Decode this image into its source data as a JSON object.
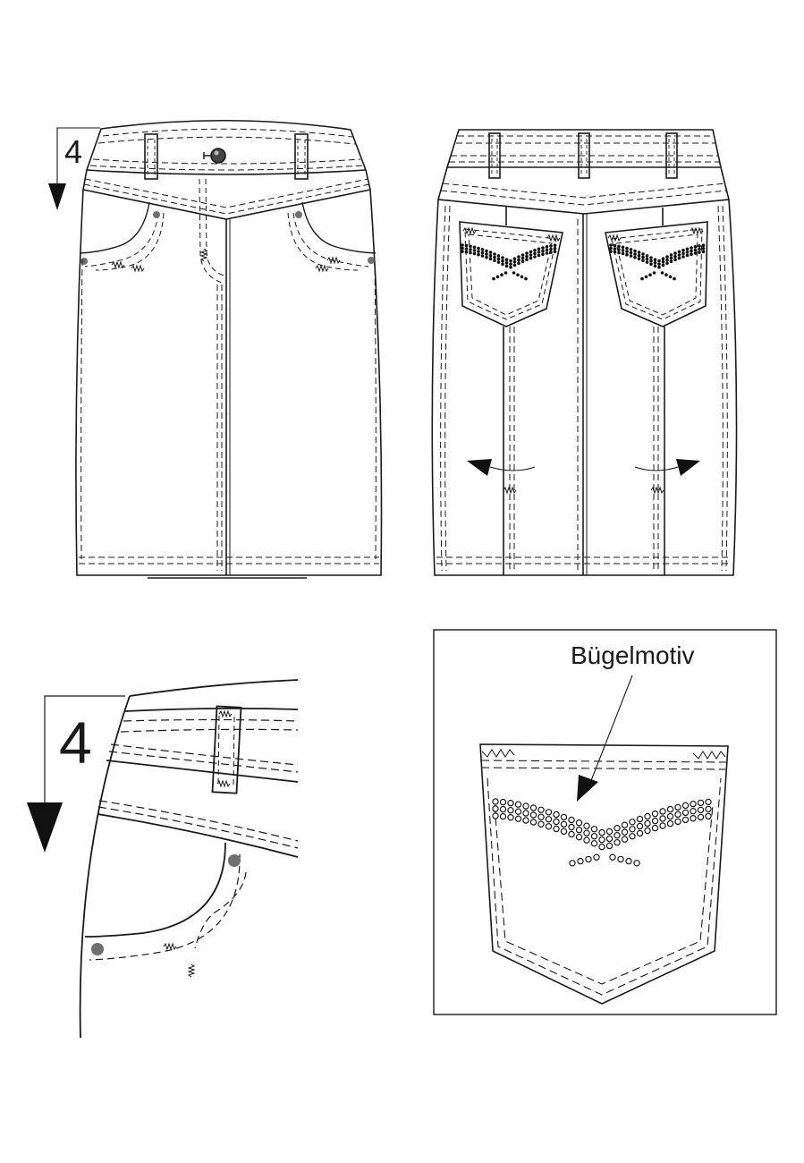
{
  "step_front": "4",
  "step_detail": "4",
  "callout_label": "Bügelmotiv",
  "colors": {
    "line": "#1a1a1a",
    "rivet": "#6f6f6f",
    "arrow": "#111111",
    "paper": "#ffffff"
  },
  "icons": [
    "down-arrow-icon",
    "turn-arrow-icon",
    "rivet-icon",
    "button-icon",
    "bartack-icon",
    "rhinestone-icon"
  ]
}
